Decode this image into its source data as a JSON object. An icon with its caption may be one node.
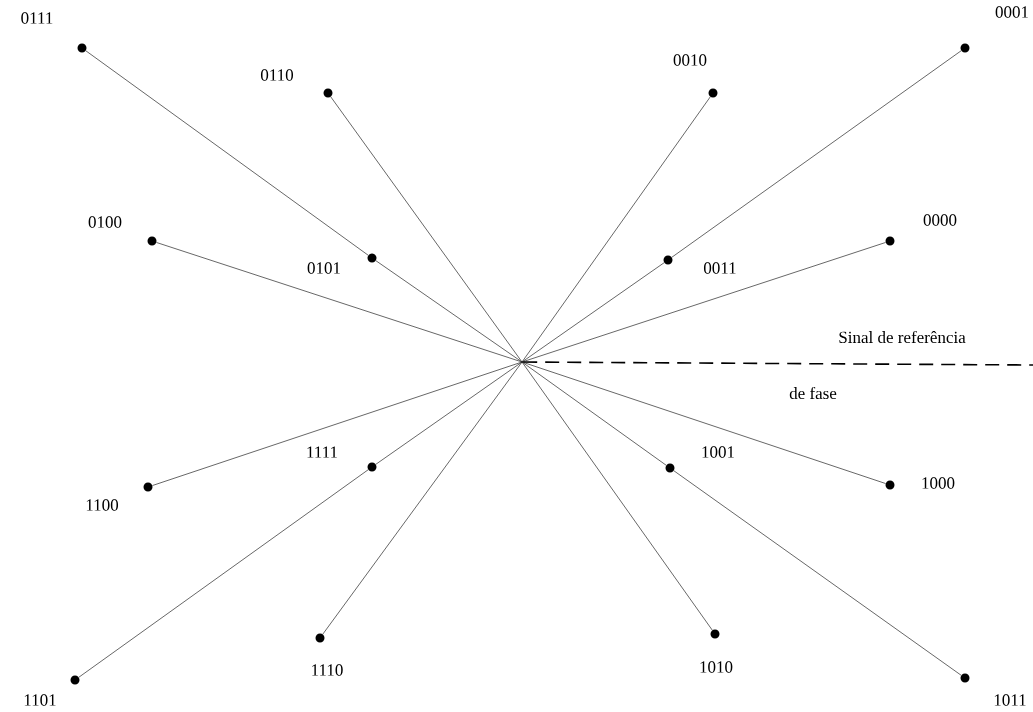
{
  "diagram": {
    "nodes": [
      {
        "text": [
          "0111"
        ]
      },
      {
        "text": [
          "0110"
        ]
      },
      {
        "text": [
          "0010"
        ]
      },
      {
        "text": [
          "0001"
        ]
      },
      {
        "text": [
          "0100"
        ]
      },
      {
        "text": [
          "0101"
        ]
      },
      {
        "text": [
          "0011"
        ]
      },
      {
        "text": [
          "0000"
        ]
      },
      {
        "text": [
          "1100"
        ]
      },
      {
        "text": [
          "1111"
        ]
      },
      {
        "text": [
          "1001"
        ]
      },
      {
        "text": [
          "1000"
        ]
      },
      {
        "text": [
          "1101"
        ]
      },
      {
        "text": [
          "1110"
        ]
      },
      {
        "text": [
          "1010"
        ]
      },
      {
        "text": [
          "1011"
        ]
      },
      {
        "text": [],
        "shape": "point"
      }
    ],
    "edges": [
      {
        "from": 16,
        "to": 5,
        "arrow": "none"
      },
      {
        "from": 5,
        "to": 0,
        "arrow": "none"
      },
      {
        "from": 16,
        "to": 1,
        "arrow": "none"
      },
      {
        "from": 16,
        "to": 2,
        "arrow": "none"
      },
      {
        "from": 16,
        "to": 6,
        "arrow": "none"
      },
      {
        "from": 6,
        "to": 3,
        "arrow": "none"
      },
      {
        "from": 16,
        "to": 4,
        "arrow": "none"
      },
      {
        "from": 16,
        "to": 7,
        "arrow": "none"
      },
      {
        "from": 16,
        "to": 8,
        "arrow": "none"
      },
      {
        "from": 16,
        "to": 9,
        "arrow": "none"
      },
      {
        "from": 9,
        "to": 12,
        "arrow": "none"
      },
      {
        "from": 16,
        "to": 10,
        "arrow": "none"
      },
      {
        "from": 10,
        "to": 15,
        "arrow": "none"
      },
      {
        "from": 16,
        "to": 11,
        "arrow": "none"
      },
      {
        "from": 16,
        "to": 13,
        "arrow": "none"
      },
      {
        "from": 16,
        "to": 14,
        "arrow": "none"
      },
      {
        "from": 16,
        "to": null,
        "arrow": "none",
        "style": "dashed"
      }
    ],
    "labels": [
      "Sinal de referência",
      "de fase"
    ]
  }
}
